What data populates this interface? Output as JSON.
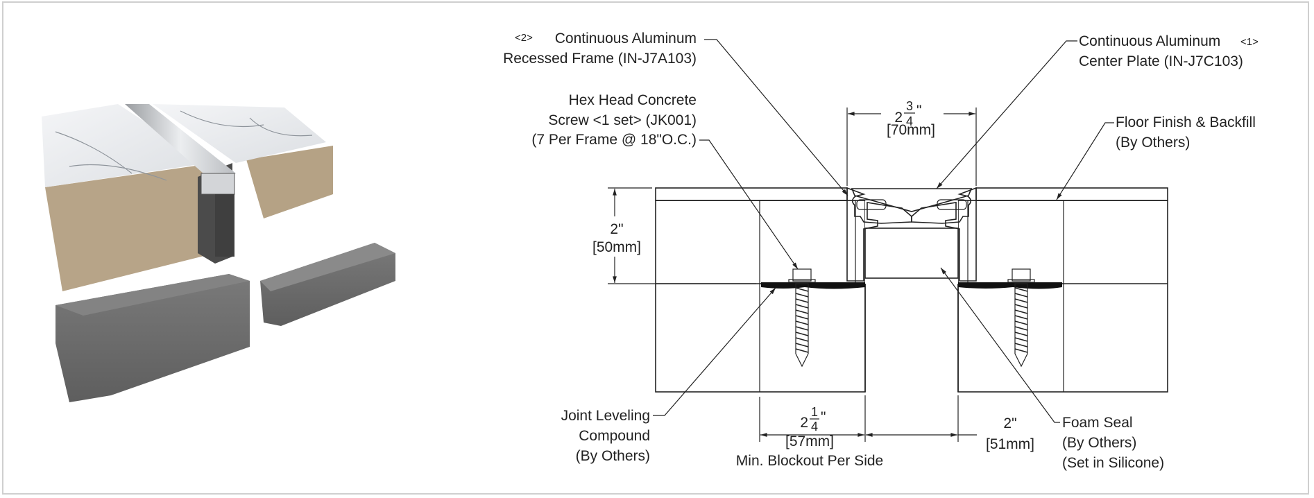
{
  "figure": {
    "title": "Recessed Floor Expansion Joint - Section Detail",
    "render_alt": "3D rendering of aluminum expansion joint with marble floor finish, backfill and concrete slabs"
  },
  "callouts": {
    "recessed_frame": {
      "tag": "<2>",
      "line1": "Continuous Aluminum",
      "line2": "Recessed Frame (IN-J7A103)"
    },
    "screw": {
      "line1": "Hex Head Concrete",
      "line2": "Screw <1 set> (JK001)",
      "line3": "(7 Per Frame @ 18\"O.C.)"
    },
    "center_plate": {
      "line1": "Continuous Aluminum",
      "tag": "<1>",
      "line2": "Center Plate (IN-J7C103)"
    },
    "floor_finish": {
      "line1": "Floor Finish & Backfill",
      "line2": "(By Others)"
    },
    "leveling": {
      "line1": "Joint Leveling",
      "line2": "Compound",
      "line3": "(By Others)"
    },
    "foam_seal": {
      "line1": "Foam Seal",
      "line2": "(By Others)",
      "line3": "(Set in Silicone)"
    }
  },
  "dimensions": {
    "top_width": {
      "whole": "2",
      "num": "3",
      "den": "4",
      "unit": "\"",
      "metric": "[70mm]"
    },
    "depth": {
      "imperial": "2\"",
      "metric": "[50mm]"
    },
    "blockout": {
      "whole": "2",
      "num": "1",
      "den": "4",
      "unit": "\"",
      "metric": "[57mm]",
      "note": "Min. Blockout Per Side"
    },
    "gap": {
      "imperial": "2\"",
      "metric": "[51mm]"
    }
  },
  "colors": {
    "line": "#222222",
    "marble": "#e9ebee",
    "backfill": "#b7a488",
    "concrete": "#6f6f6f",
    "aluminum": "#d7d9dc",
    "frame_border": "#cfcfcf"
  }
}
